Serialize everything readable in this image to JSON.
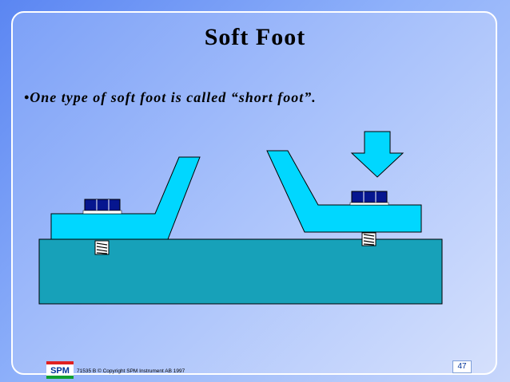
{
  "slide": {
    "title": "Soft Foot",
    "bullet": "•One type of soft foot is called “short foot”.",
    "footer": {
      "logo_text": "SPM",
      "copyright": "71535 B  © Copyright SPM Instrument AB 1997",
      "page_number": "47"
    },
    "icons": [
      "downward-arrow-icon",
      "sensor-icon",
      "shim-spring-icon"
    ],
    "colors": {
      "background": "#7da1f7",
      "machine_body": "#00d7ff",
      "base_plate": "#17a1b9",
      "sensor_block": "#06168f",
      "outline": "#000000"
    }
  }
}
